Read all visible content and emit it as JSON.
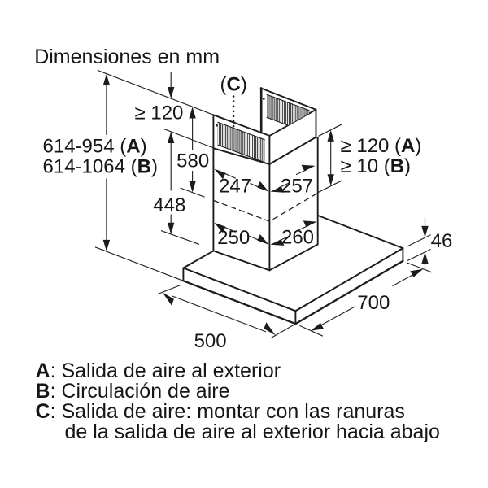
{
  "title": "Dimensiones en mm",
  "ink": "#1c1c1c",
  "callout_c": {
    "prefix": "(",
    "letter": "C",
    "suffix": ")"
  },
  "dims": {
    "total_height_a": {
      "prefix": "614-954 (",
      "letter": "A",
      "suffix": ")"
    },
    "total_height_b": {
      "prefix": "614-1064 (",
      "letter": "B",
      "suffix": ")"
    },
    "ceiling_clearance": "≥ 120",
    "flue_upper": "580",
    "flue_lower": "448",
    "duct_top_left": "247",
    "duct_top_right": "257",
    "duct_bottom_left": "250",
    "duct_bottom_right": "260",
    "right_clearance_a": {
      "prefix": "≥ 120 (",
      "letter": "A",
      "suffix": ")"
    },
    "right_clearance_b": {
      "prefix": "≥ 10 (",
      "letter": "B",
      "suffix": ")"
    },
    "canopy_thickness": "46",
    "canopy_width": "500",
    "canopy_depth": "700"
  },
  "legend": {
    "a": {
      "letter": "A",
      "text": ": Salida de aire al exterior"
    },
    "b": {
      "letter": "B",
      "text": ": Circulación de aire"
    },
    "c": {
      "letter": "C",
      "text": ": Salida de aire: montar con las ranuras"
    },
    "c_cont": "de la salida de aire al exterior hacia abajo"
  }
}
